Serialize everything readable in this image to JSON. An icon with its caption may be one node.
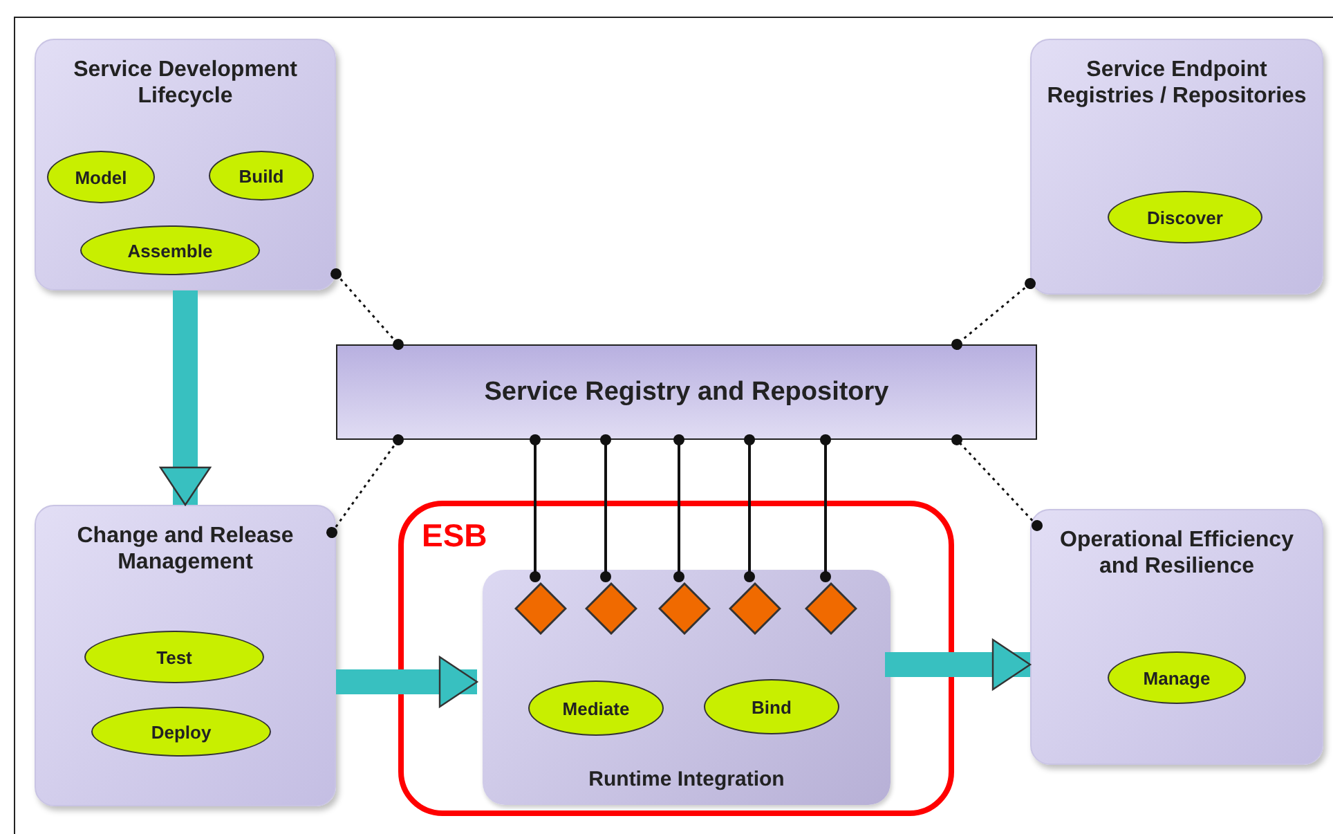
{
  "diagram": {
    "nodes": [
      {
        "text": [
          "Service Development Lifecycle"
        ]
      },
      {
        "text": [
          "Model"
        ],
        "in": 0
      },
      {
        "text": [
          "Build"
        ],
        "in": 0
      },
      {
        "text": [
          "Assemble"
        ],
        "in": 0
      },
      {
        "text": [
          "Service Endpoint Registries / Repositories"
        ]
      },
      {
        "text": [
          "Discover"
        ],
        "in": 4
      },
      {
        "text": [
          "Service Registry and Repository"
        ]
      },
      {
        "text": [
          "Change and Release Management"
        ]
      },
      {
        "text": [
          "Test"
        ],
        "in": 7
      },
      {
        "text": [
          "Deploy"
        ],
        "in": 7
      },
      {
        "text": [
          "ESB"
        ]
      },
      {
        "text": [
          "Runtime Integration"
        ],
        "in": 10
      },
      {
        "text": [],
        "shape": "diamond",
        "in": 11
      },
      {
        "text": [],
        "shape": "diamond",
        "in": 11
      },
      {
        "text": [],
        "shape": "diamond",
        "in": 11
      },
      {
        "text": [],
        "shape": "diamond",
        "in": 11
      },
      {
        "text": [],
        "shape": "diamond",
        "in": 11
      },
      {
        "text": [
          "Mediate"
        ],
        "in": 11
      },
      {
        "text": [
          "Bind"
        ],
        "in": 11
      },
      {
        "text": [
          "Operational Efficiency and Resilience"
        ]
      },
      {
        "text": [
          "Manage"
        ],
        "in": 19
      }
    ],
    "edges": [
      {
        "from": 0,
        "to": 7,
        "arrow": "to",
        "style": "thick",
        "color": "#38c0c0"
      },
      {
        "from": 7,
        "to": 11,
        "arrow": "to",
        "style": "thick",
        "color": "#38c0c0"
      },
      {
        "from": 11,
        "to": 19,
        "arrow": "to",
        "style": "thick",
        "color": "#38c0c0"
      },
      {
        "from": 0,
        "to": 6,
        "arrow": "other",
        "style": "dashed"
      },
      {
        "from": 4,
        "to": 6,
        "arrow": "other",
        "style": "dashed"
      },
      {
        "from": 7,
        "to": 6,
        "arrow": "other",
        "style": "dashed"
      },
      {
        "from": 19,
        "to": 6,
        "arrow": "other",
        "style": "dashed"
      },
      {
        "from": 6,
        "to": 12,
        "arrow": "other"
      },
      {
        "from": 6,
        "to": 13,
        "arrow": "other"
      },
      {
        "from": 6,
        "to": 14,
        "arrow": "other"
      },
      {
        "from": 6,
        "to": 15,
        "arrow": "other"
      },
      {
        "from": 6,
        "to": 16,
        "arrow": "other"
      }
    ]
  }
}
